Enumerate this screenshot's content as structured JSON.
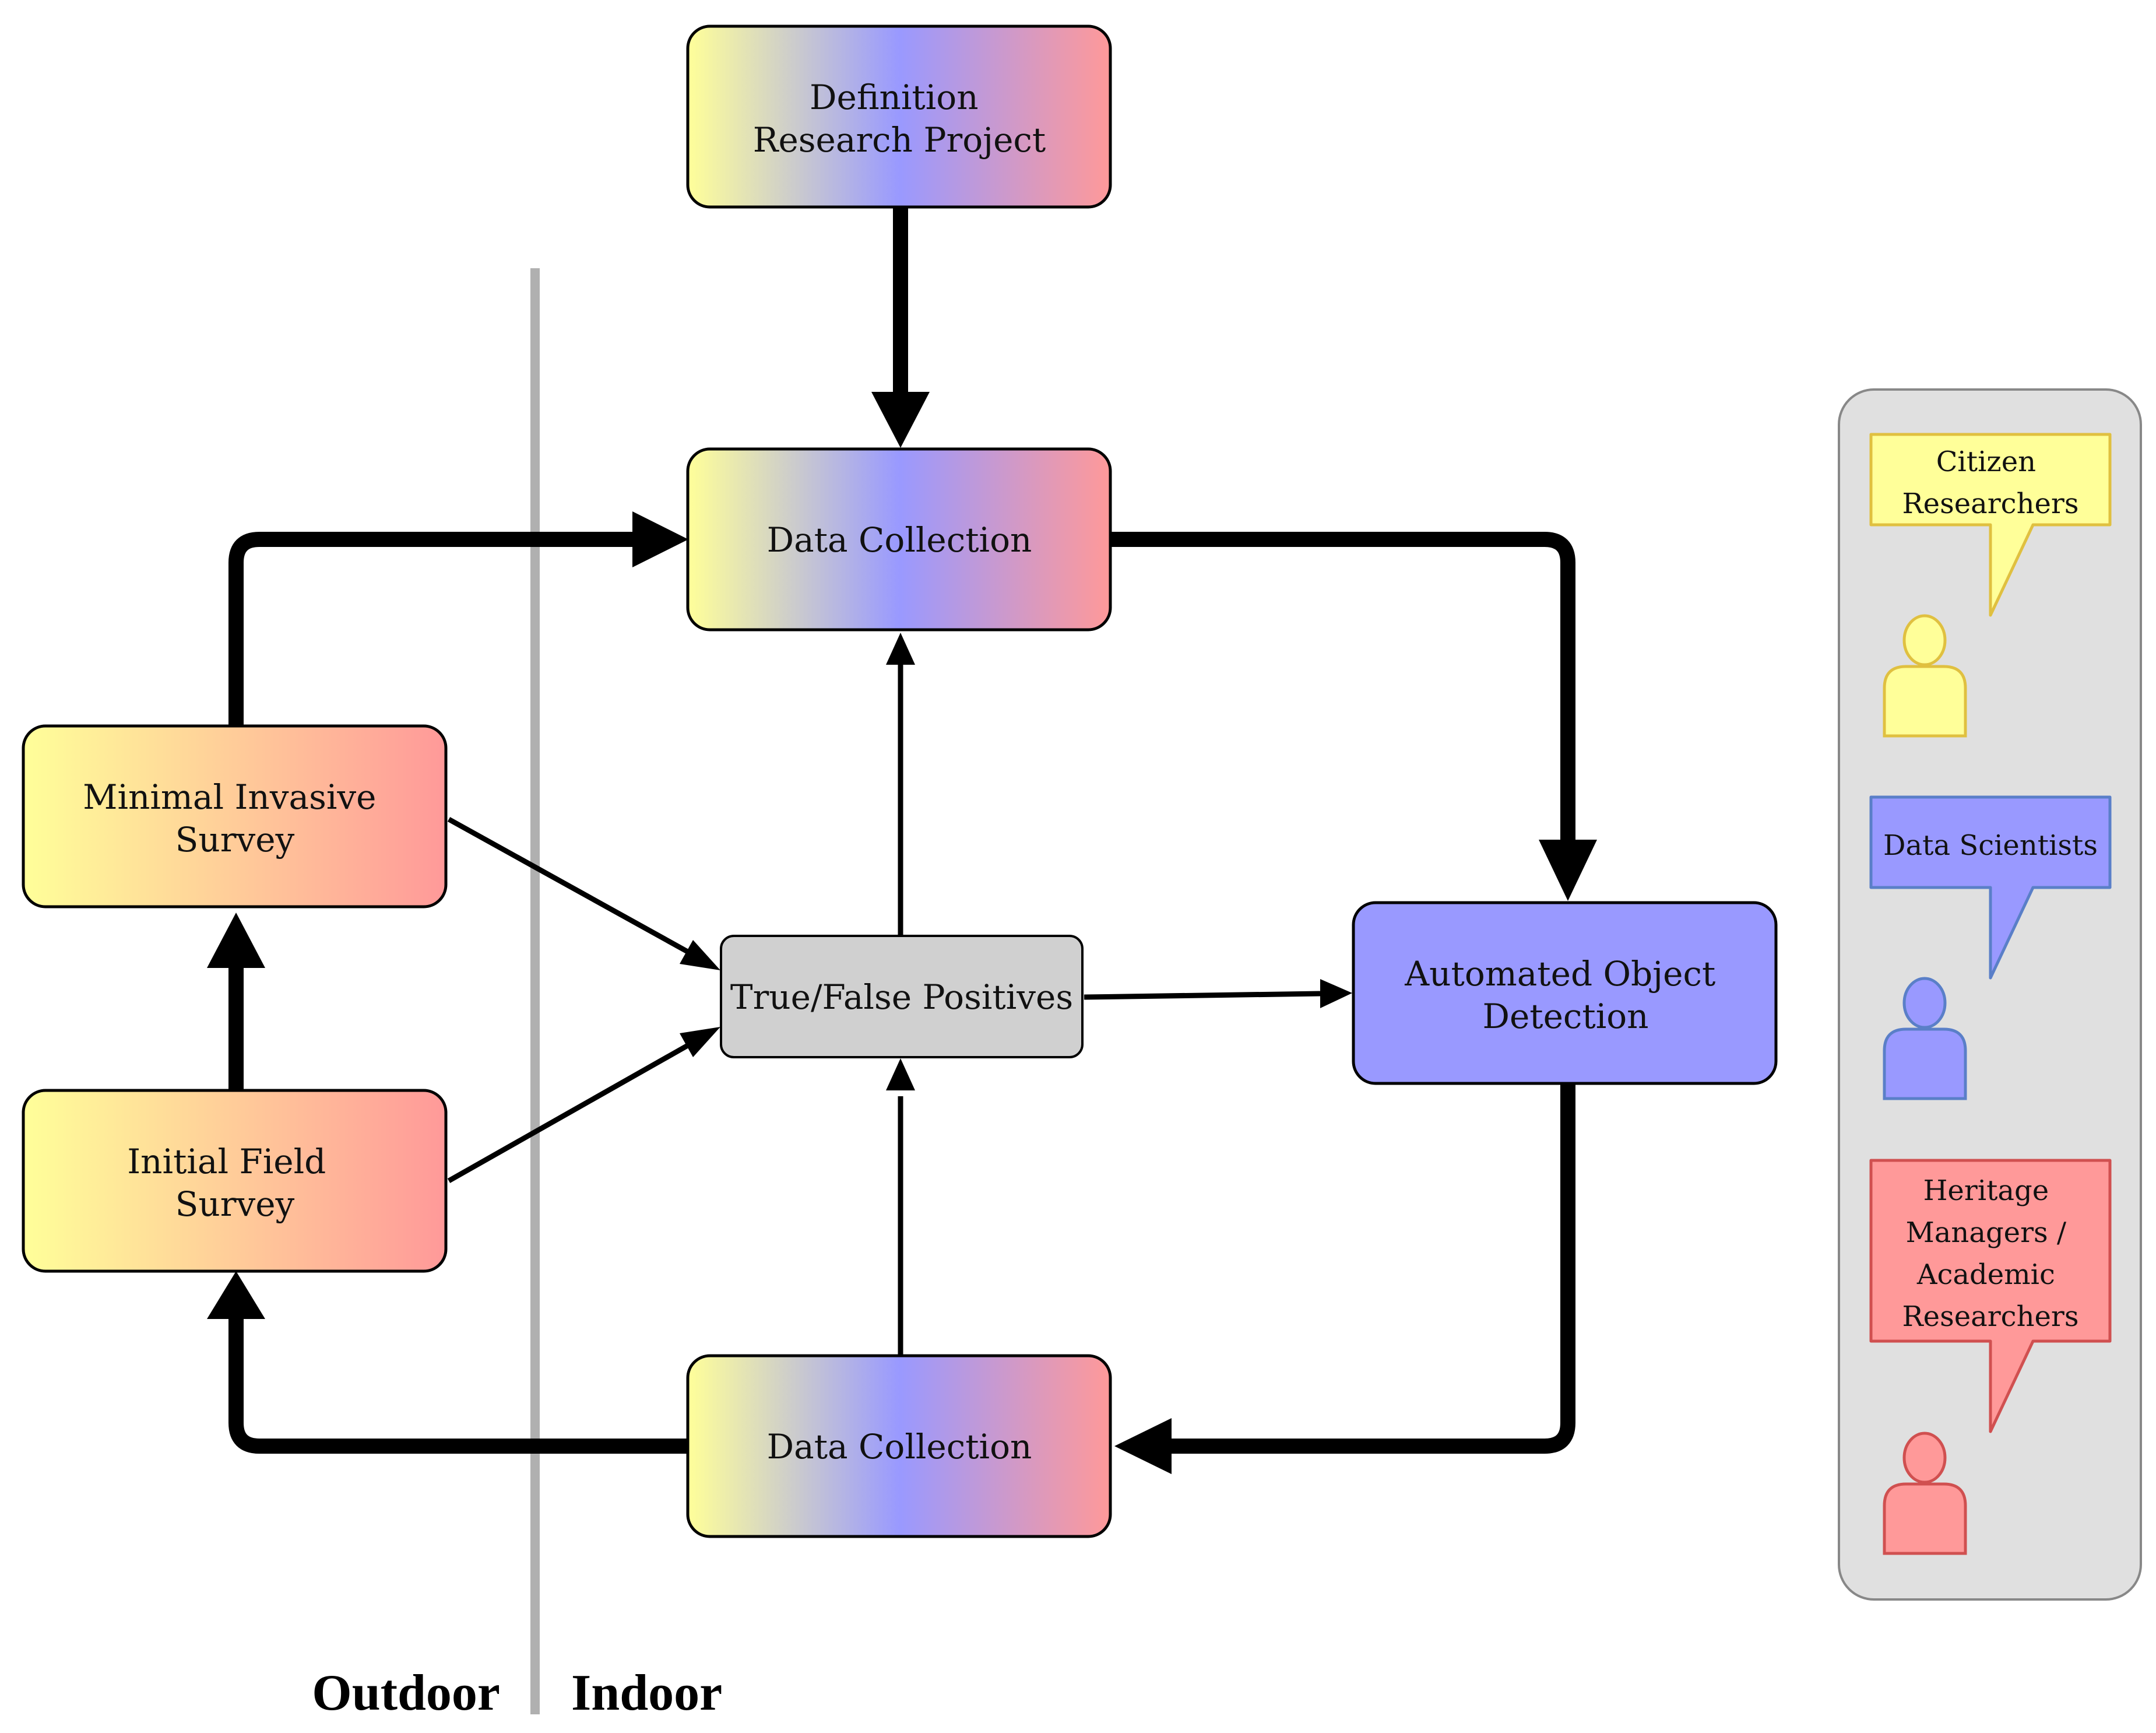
{
  "nodes": {
    "definition": {
      "lines": [
        "Definition",
        "Research Project"
      ]
    },
    "data_collection_top": {
      "lines": [
        "Data Collection"
      ]
    },
    "data_collection_bottom": {
      "lines": [
        "Data Collection"
      ]
    },
    "minimal_invasive": {
      "lines": [
        "Minimal Invasive",
        "Survey"
      ]
    },
    "initial_field": {
      "lines": [
        "Initial Field",
        "Survey"
      ]
    },
    "true_false": {
      "lines": [
        "True/False Positives"
      ]
    },
    "automated": {
      "lines": [
        "Automated Object",
        "Detection"
      ]
    }
  },
  "legend": {
    "roles": [
      {
        "lines": [
          "Citizen",
          "Researchers"
        ],
        "color": "#FFFF99",
        "stroke": "#E0C040"
      },
      {
        "lines": [
          "Data Scientists"
        ],
        "color": "#9999FF",
        "stroke": "#5A7FC8"
      },
      {
        "lines": [
          "Heritage",
          "Managers /",
          "Academic",
          "Researchers"
        ],
        "color": "#FF9999",
        "stroke": "#D05050"
      }
    ]
  },
  "zones": {
    "outdoor": "Outdoor",
    "indoor": "Indoor"
  },
  "colors": {
    "yellow": "#FFFF99",
    "blue": "#9999FF",
    "red": "#FF9999",
    "gray": "#D0D0D0",
    "legend_bg": "#E0E0E0",
    "divider": "#B0B0B0"
  }
}
